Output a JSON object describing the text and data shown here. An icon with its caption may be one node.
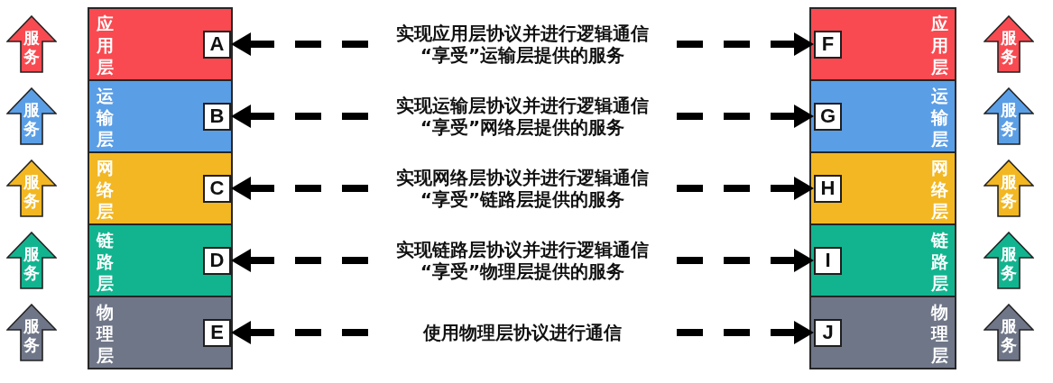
{
  "diagram": {
    "nodes": [
      {
        "text": [
          "服务"
        ]
      },
      {
        "text": [
          "服务"
        ]
      },
      {
        "text": [
          "服务"
        ]
      },
      {
        "text": [
          "服务"
        ]
      },
      {
        "text": [
          "服务"
        ]
      },
      {
        "text": [
          "应用层"
        ]
      },
      {
        "text": [
          "A"
        ],
        "in": 5
      },
      {
        "text": [
          "运输层"
        ]
      },
      {
        "text": [
          "B"
        ],
        "in": 7
      },
      {
        "text": [
          "网络层"
        ]
      },
      {
        "text": [
          "C"
        ],
        "in": 9
      },
      {
        "text": [
          "链路层"
        ]
      },
      {
        "text": [
          "D"
        ],
        "in": 11
      },
      {
        "text": [
          "物理层"
        ]
      },
      {
        "text": [
          "E"
        ],
        "in": 13
      },
      {
        "text": [
          "应用层"
        ]
      },
      {
        "text": [
          "F"
        ],
        "in": 15
      },
      {
        "text": [
          "运输层"
        ]
      },
      {
        "text": [
          "G"
        ],
        "in": 17
      },
      {
        "text": [
          "网络层"
        ]
      },
      {
        "text": [
          "H"
        ],
        "in": 19
      },
      {
        "text": [
          "链路层"
        ]
      },
      {
        "text": [
          "I"
        ],
        "in": 21
      },
      {
        "text": [
          "物理层"
        ]
      },
      {
        "text": [
          "J"
        ],
        "in": 23
      },
      {
        "text": [
          "服务"
        ]
      },
      {
        "text": [
          "服务"
        ]
      },
      {
        "text": [
          "服务"
        ]
      },
      {
        "text": [
          "服务"
        ]
      },
      {
        "text": [
          "服务"
        ]
      }
    ],
    "edges": [
      {
        "from": 6,
        "to": 16,
        "arrow": "both",
        "style": "dashed",
        "label": "实现应用层协议并进行逻辑通信“享受”运输层提供的服务"
      },
      {
        "from": 8,
        "to": 18,
        "arrow": "both",
        "style": "dashed",
        "label": "实现运输层协议并进行逻辑通信“享受”网络层提供的服务"
      },
      {
        "from": 10,
        "to": 20,
        "arrow": "both",
        "style": "dashed",
        "label": "实现网络层协议并进行逻辑通信“享受”链路层提供的服务"
      },
      {
        "from": 12,
        "to": 22,
        "arrow": "both",
        "style": "dashed",
        "label": "实现链路层协议并进行逻辑通信“享受”物理层提供的服务"
      },
      {
        "from": 14,
        "to": 24,
        "arrow": "both",
        "style": "dashed",
        "label": "使用物理层协议进行通信"
      }
    ]
  }
}
